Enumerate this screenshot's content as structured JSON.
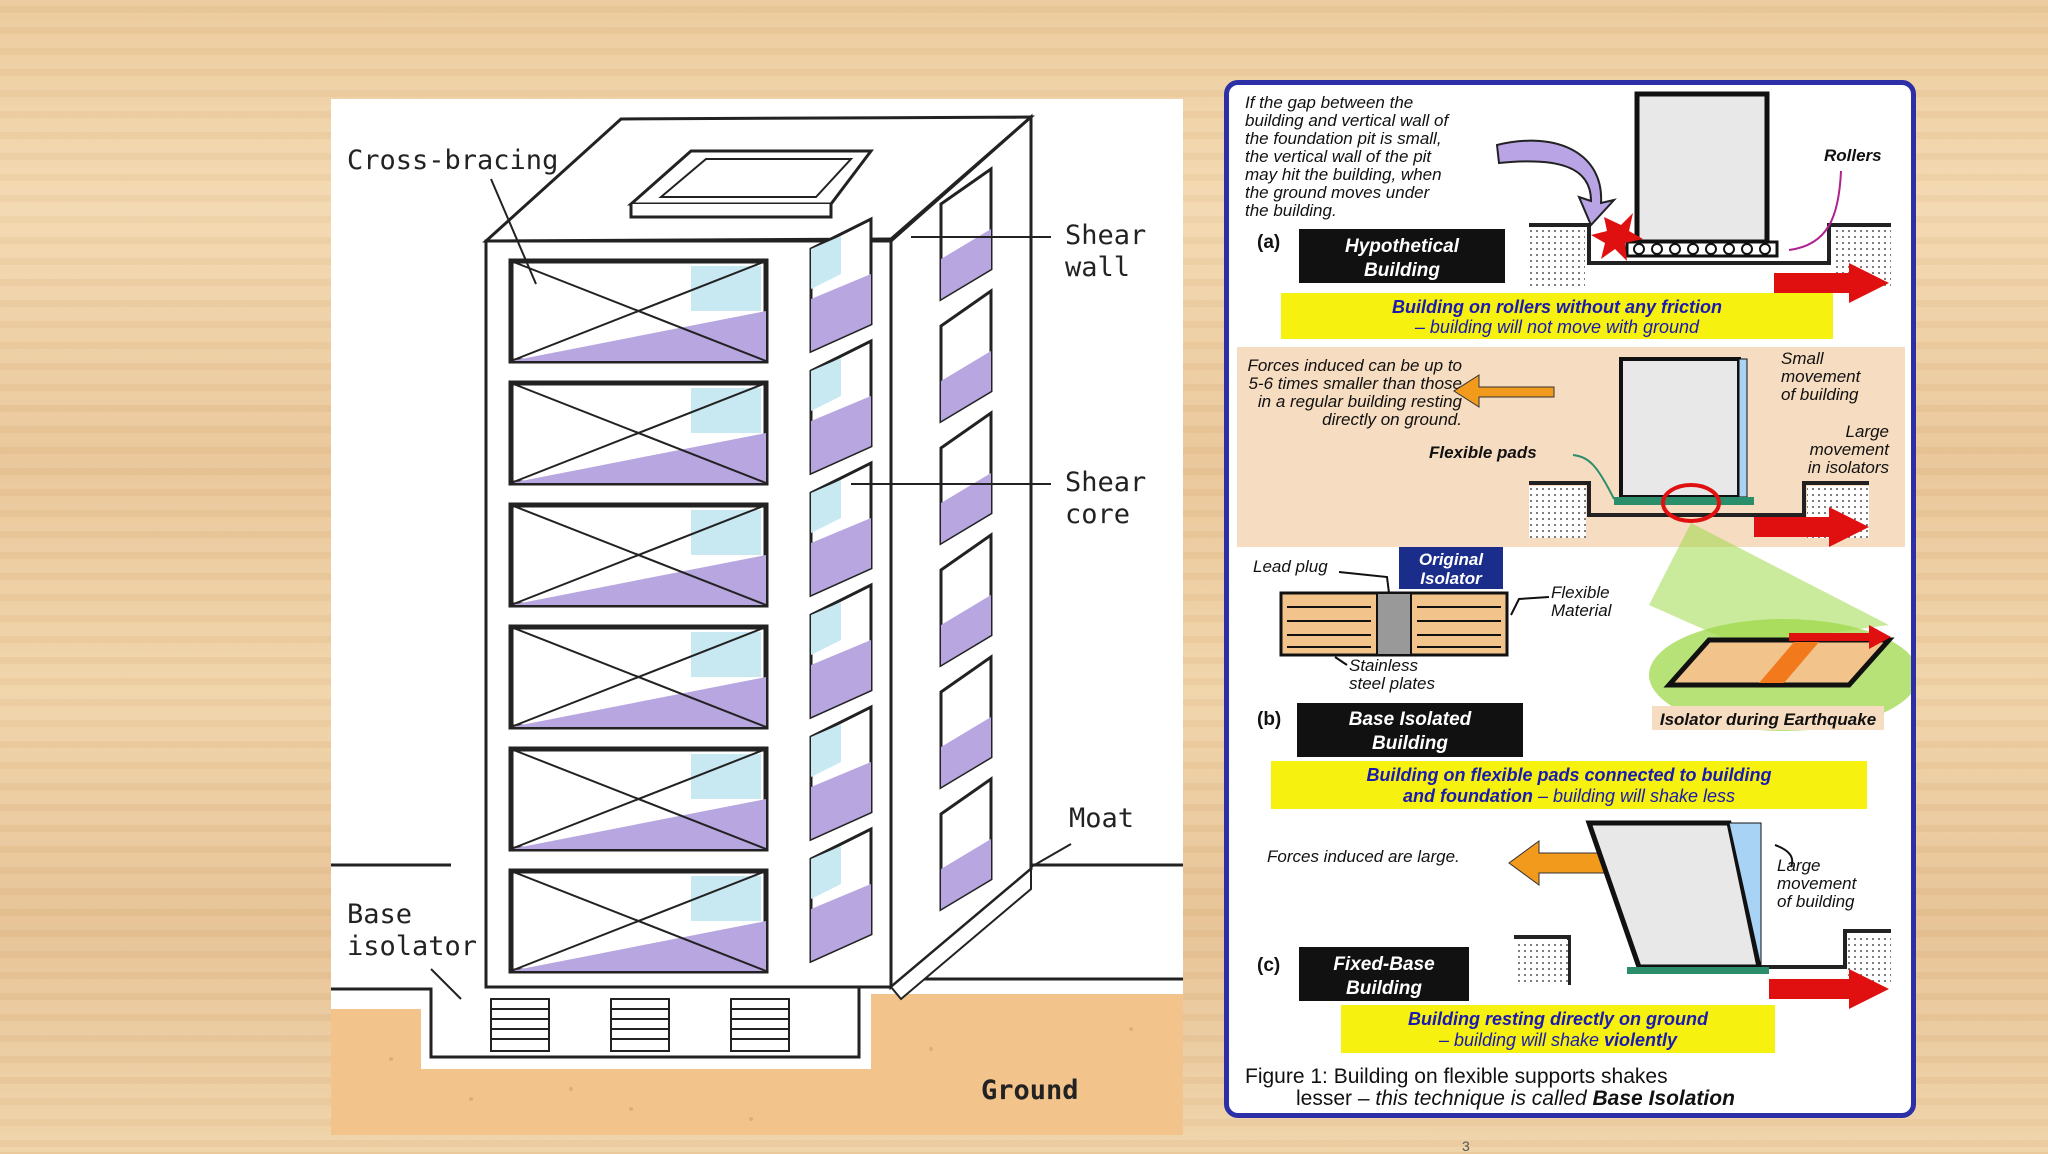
{
  "left_diagram": {
    "labels": {
      "cross_bracing": "Cross-bracing",
      "shear_wall_1": "Shear",
      "shear_wall_2": "wall",
      "shear_core_1": "Shear",
      "shear_core_2": "core",
      "moat": "Moat",
      "base_isolator_1": "Base",
      "base_isolator_2": "isolator",
      "ground": "Ground"
    },
    "colors": {
      "glass": "#c8e8f2",
      "floor": "#b8a6e0",
      "ground": "#f2c48c"
    }
  },
  "right_diagram": {
    "a": {
      "note": [
        "If the gap between the",
        "building and vertical wall of",
        "the foundation pit is small,",
        "the vertical wall of the pit",
        "may hit the building, when",
        "the ground moves under",
        "the building."
      ],
      "letter": "(a)",
      "title": [
        "Hypothetical",
        "Building"
      ],
      "rollers": "Rollers",
      "caption_1": "Building on rollers without any friction",
      "caption_2": "– building will not move with ground"
    },
    "b": {
      "forces_note": [
        "Forces induced can be up to",
        "5-6 times smaller than those",
        "in a regular building resting",
        "directly on ground."
      ],
      "small_movement": [
        "Small",
        "movement",
        "of building"
      ],
      "large_movement": [
        "Large",
        "movement",
        "in isolators"
      ],
      "flexible_pads": "Flexible pads",
      "lead_plug": "Lead plug",
      "original_isolator": [
        "Original",
        "Isolator"
      ],
      "flexible_material": [
        "Flexible",
        "Material"
      ],
      "steel_plates": [
        "Stainless",
        "steel plates"
      ],
      "letter": "(b)",
      "title": [
        "Base Isolated",
        "Building"
      ],
      "isolator_eq": "Isolator during Earthquake",
      "caption_1": "Building on flexible pads connected to building",
      "caption_2a": "and foundation",
      "caption_2b": " – building will shake less"
    },
    "c": {
      "forces": "Forces induced are large.",
      "large_movement": [
        "Large",
        "movement",
        "of building"
      ],
      "letter": "(c)",
      "title": [
        "Fixed-Base",
        "Building"
      ],
      "caption_1": "Building resting directly on ground",
      "caption_2a": "– building will shake ",
      "caption_2b": "violently"
    },
    "figure_caption_1": "Figure 1: Building on flexible supports shakes",
    "figure_caption_2a": "lesser – ",
    "figure_caption_2b": "this technique is called ",
    "figure_caption_2c": "Base Isolation",
    "colors": {
      "border": "#2d2fa6",
      "caption_bg": "#f6f10e",
      "arrow_red": "#e01010",
      "arrow_orange": "#f29a1c",
      "beige": "#f6dcc0"
    }
  },
  "page_number": "3"
}
